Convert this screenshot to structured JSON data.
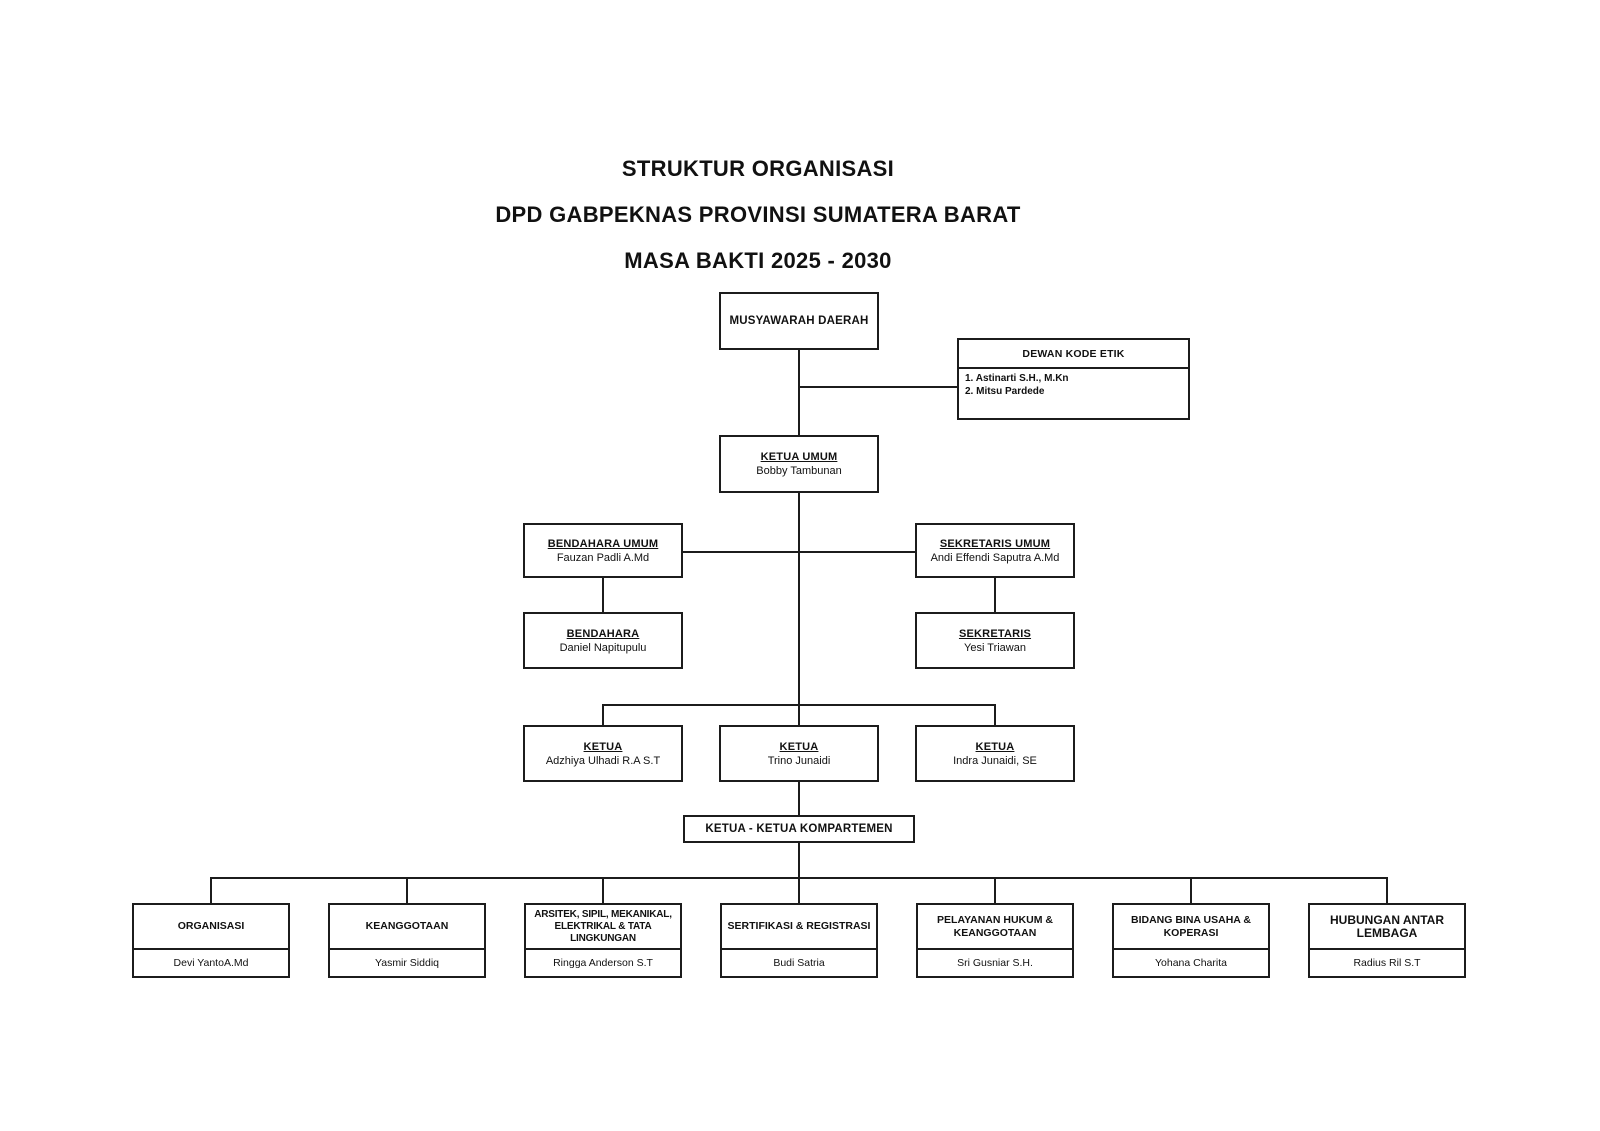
{
  "colors": {
    "background": "#ffffff",
    "line": "#1c1c1c",
    "box_border": "#1c1c1c",
    "text": "#111111"
  },
  "title": {
    "line1": "STRUKTUR ORGANISASI",
    "line2": "DPD GABPEKNAS PROVINSI SUMATERA BARAT",
    "line3": "MASA BAKTI 2025 - 2030"
  },
  "org": {
    "musyawarah_daerah": {
      "title": "MUSYAWARAH DAERAH"
    },
    "dewan_kode_etik": {
      "title": "DEWAN KODE ETIK",
      "members": [
        "1. Astinarti S.H., M.Kn",
        "2. Mitsu Pardede"
      ]
    },
    "ketua_umum": {
      "role": "KETUA UMUM",
      "name": "Bobby Tambunan"
    },
    "bendahara_umum": {
      "role": "BENDAHARA UMUM",
      "name": "Fauzan Padli A.Md"
    },
    "sekretaris_umum": {
      "role": "SEKRETARIS UMUM",
      "name": "Andi Effendi Saputra A.Md"
    },
    "bendahara": {
      "role": "BENDAHARA",
      "name": "Daniel Napitupulu"
    },
    "sekretaris": {
      "role": "SEKRETARIS",
      "name": "Yesi Triawan"
    },
    "ketua_1": {
      "role": "KETUA",
      "name": "Adzhiya Ulhadi R.A S.T"
    },
    "ketua_2": {
      "role": "KETUA",
      "name": "Trino Junaidi"
    },
    "ketua_3": {
      "role": "KETUA",
      "name": "Indra Junaidi, SE"
    },
    "kompartemen": {
      "title": "KETUA - KETUA KOMPARTEMEN"
    },
    "departments": [
      {
        "title": "ORGANISASI",
        "name": "Devi YantoA.Md"
      },
      {
        "title": "KEANGGOTAAN",
        "name": "Yasmir Siddiq"
      },
      {
        "title": "ARSITEK, SIPIL, MEKANIKAL, ELEKTRIKAL & TATA LINGKUNGAN",
        "name": "Ringga Anderson S.T"
      },
      {
        "title": "SERTIFIKASI & REGISTRASI",
        "name": "Budi Satria"
      },
      {
        "title": "PELAYANAN HUKUM & KEANGGOTAAN",
        "name": "Sri Gusniar S.H."
      },
      {
        "title": "BIDANG BINA USAHA & KOPERASI",
        "name": "Yohana Charita"
      },
      {
        "title": "HUBUNGAN ANTAR LEMBAGA",
        "name": "Radius Ril S.T"
      }
    ]
  }
}
